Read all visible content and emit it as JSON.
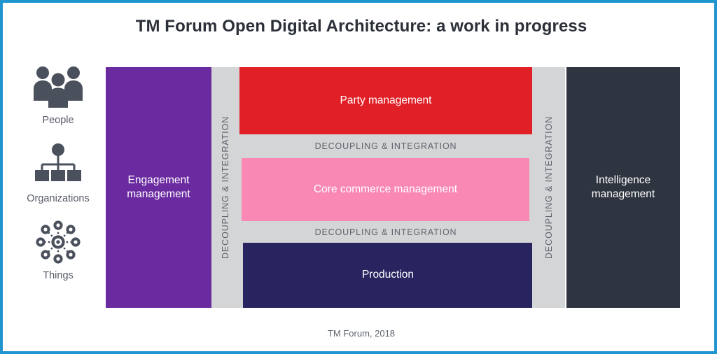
{
  "title": "TM Forum Open Digital Architecture: a work in progress",
  "footer": "TM Forum, 2018",
  "colors": {
    "border": "#2095d0",
    "engagement": "#6b2ba0",
    "party": "#e01f26",
    "core_commerce": "#f988b4",
    "production": "#272460",
    "intelligence": "#2f3540",
    "decoupling_band": "#d4d5d6",
    "band_text": "#5e636d",
    "icon": "#4a505c"
  },
  "sidebar": {
    "items": [
      {
        "label": "People",
        "icon": "people-group-icon"
      },
      {
        "label": "Organizations",
        "icon": "org-chart-icon"
      },
      {
        "label": "Things",
        "icon": "iot-network-icon"
      }
    ]
  },
  "diagram": {
    "left_column": {
      "label": "Engagement\nmanagement",
      "line1": "Engagement",
      "line2": "management"
    },
    "right_column": {
      "label": "Intelligence\nmanagement",
      "line1": "Intelligence",
      "line2": "management"
    },
    "vertical_bands": [
      {
        "label": "DECOUPLING & INTEGRATION"
      },
      {
        "label": "DECOUPLING & INTEGRATION"
      }
    ],
    "horizontal_bands": [
      {
        "label": "DECOUPLING & INTEGRATION"
      },
      {
        "label": "DECOUPLING & INTEGRATION"
      }
    ],
    "center_blocks": [
      {
        "label": "Party management"
      },
      {
        "label": "Core commerce management"
      },
      {
        "label": "Production"
      }
    ]
  }
}
